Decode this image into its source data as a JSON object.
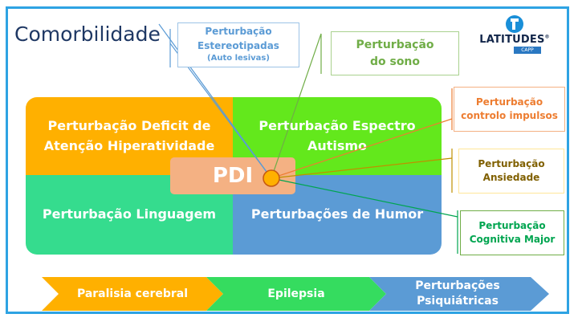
{
  "title": "Comorbilidade",
  "logo": {
    "word": "LATITUDES",
    "reg": "®",
    "sub": "CAPP",
    "icon": "latitudes-logo-icon"
  },
  "center": "PDI",
  "quadrants": [
    {
      "lines": [
        "Perturbação Deficit de",
        "Atenção Hiperatividade"
      ]
    },
    {
      "lines": [
        "Perturbação Espectro",
        "Autismo"
      ]
    },
    {
      "lines": [
        "Perturbação Linguagem"
      ]
    },
    {
      "lines": [
        "Perturbações de Humor"
      ]
    }
  ],
  "boxes": [
    {
      "lines": [
        "Perturbação",
        "Estereotipadas"
      ],
      "small": "(Auto lesivas)",
      "color": "#5b9bd5"
    },
    {
      "lines": [
        "Perturbação",
        "do sono"
      ],
      "color": "#70ad47"
    },
    {
      "lines": [
        "Perturbação",
        "controlo impulsos"
      ],
      "color": "#ed7d31"
    },
    {
      "lines": [
        "Perturbação",
        "Ansiedade"
      ],
      "color": "#806000"
    },
    {
      "lines": [
        "Perturbação",
        "Cognitiva Major"
      ],
      "color": "#00a550"
    }
  ],
  "chevrons": [
    {
      "lines": [
        "Paralisia cerebral"
      ],
      "color": "#ffb000"
    },
    {
      "lines": [
        "Epilepsia"
      ],
      "color": "#35dc5f"
    },
    {
      "lines": [
        "Perturbações",
        "Psiquiátricas"
      ],
      "color": "#5b9bd5"
    }
  ],
  "colors": {
    "frame": "#2ea3e3",
    "title": "#1f3864",
    "center_node": "#ffb000",
    "center_node_stroke": "#c65911",
    "pdi_fill": "#f4b183"
  }
}
